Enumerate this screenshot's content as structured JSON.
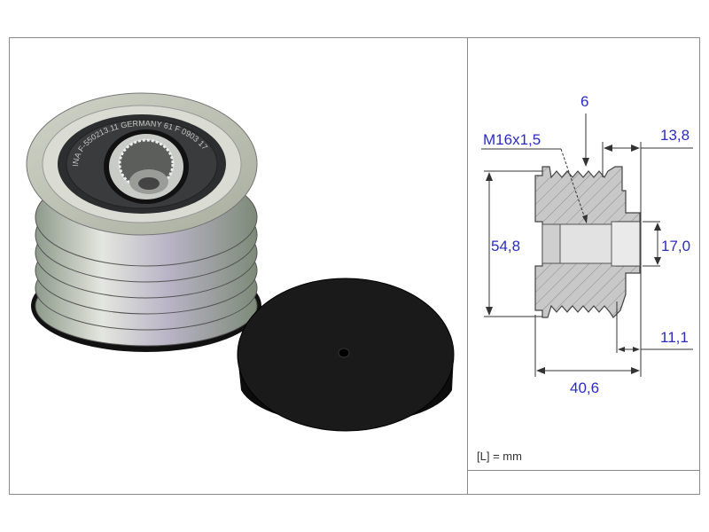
{
  "product_engraving": "INA F-550213.11  GERMANY 61 F  0903 17",
  "drawing": {
    "dimensions": {
      "groove_count": "6",
      "thread": "M16x1,5",
      "hub_length": "13,8",
      "outer_diameter": "54,8",
      "bore_diameter": "17,0",
      "offset": "11,1",
      "total_length": "40,6"
    },
    "unit_note": "[L] = mm"
  },
  "colors": {
    "dimension_text": "#2b2bc4",
    "frame": "#8a8a8a"
  }
}
